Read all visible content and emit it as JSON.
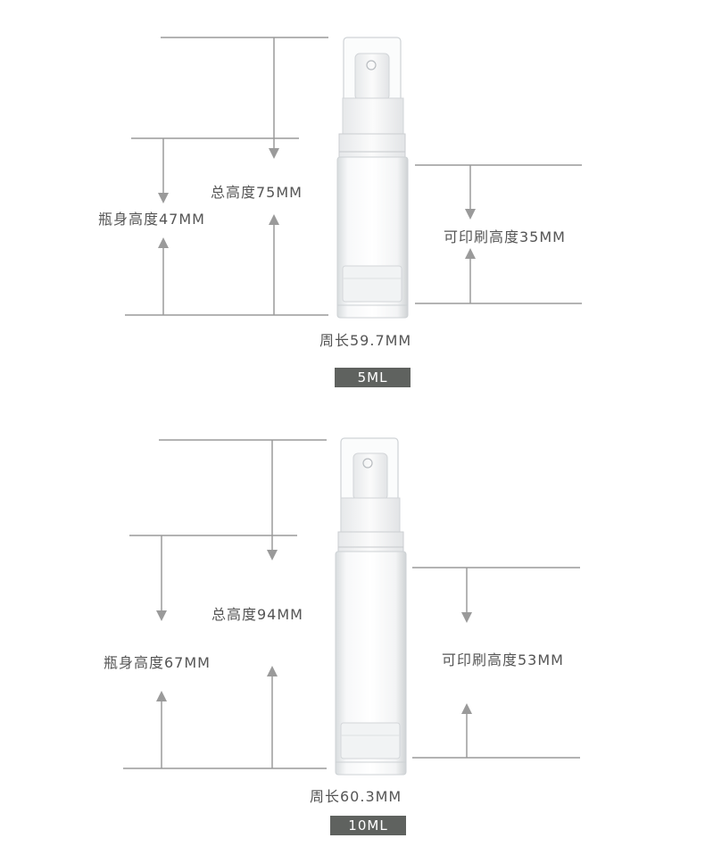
{
  "products": [
    {
      "total_height": "总高度75MM",
      "body_height": "瓶身高度47MM",
      "print_height": "可印刷高度35MM",
      "circumference": "周长59.7MM",
      "capacity": "5ML"
    },
    {
      "total_height": "总高度94MM",
      "body_height": "瓶身高度67MM",
      "print_height": "可印刷高度53MM",
      "circumference": "周长60.3MM",
      "capacity": "10ML"
    }
  ],
  "colors": {
    "dimension_line": "#9a9a9a",
    "label_text": "#555555",
    "tag_background": "#5f625f",
    "tag_text": "#ffffff"
  },
  "icons": [
    "airless-pump-bottle-icon",
    "arrow-down-icon",
    "arrow-up-icon"
  ]
}
